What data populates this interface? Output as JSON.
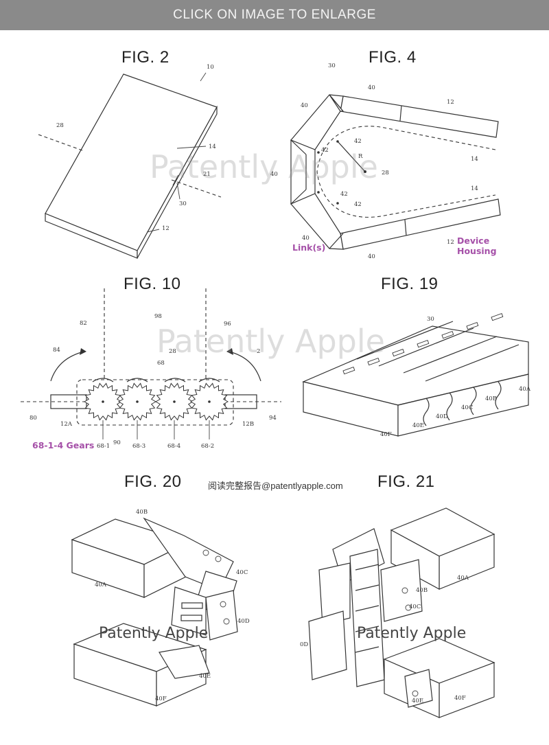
{
  "banner": {
    "label": "CLICK ON IMAGE TO ENLARGE"
  },
  "watermark": {
    "main": "Patently Apple",
    "fig20": "Patently Apple",
    "fig21": "Patently Apple"
  },
  "site_link": "阅读完整报告@patentlyapple.com",
  "figures": {
    "fig2": {
      "title": "FIG. 2",
      "refs": {
        "r10": "10",
        "r28": "28",
        "r14": "14",
        "r21": "21",
        "r30": "30",
        "r12": "12"
      }
    },
    "fig4": {
      "title": "FIG. 4",
      "refs": {
        "r30": "30",
        "r40a": "40",
        "r40b": "40",
        "r40c": "40",
        "r40d": "40",
        "r40e": "40",
        "r12a": "12",
        "r12b": "12",
        "r42a": "42",
        "r42b": "42",
        "r42c": "42",
        "r42d": "42",
        "rR": "R",
        "r28": "28",
        "r14a": "14",
        "r14b": "14"
      },
      "notes": {
        "links": "Link(s)",
        "device_line1": "Device",
        "device_line2": "Housing"
      }
    },
    "fig10": {
      "title": "FIG. 10",
      "refs": {
        "r82": "82",
        "r98": "98",
        "r96": "96",
        "r84": "84",
        "r28": "28",
        "r2": "2",
        "r68": "68",
        "r80": "80",
        "r12a": "12A",
        "r12b": "12B",
        "r94": "94",
        "r681": "68-1",
        "r90": "90",
        "r683": "68-3",
        "r684": "68-4",
        "r682": "68-2"
      },
      "notes": {
        "gears": "68-1-4 Gears"
      }
    },
    "fig19": {
      "title": "FIG. 19",
      "refs": {
        "r30": "30",
        "r40a": "40A",
        "r40b": "40B",
        "r40c": "40C",
        "r40d": "40D",
        "r40e": "40E",
        "r40f": "40F"
      }
    },
    "fig20": {
      "title": "FIG. 20",
      "refs": {
        "r40b": "40B",
        "r40a": "40A",
        "r40c": "40C",
        "r40d": "40D",
        "r40e": "40E",
        "r40f": "40F"
      }
    },
    "fig21": {
      "title": "FIG. 21",
      "refs": {
        "r40a": "40A",
        "r40b": "40B",
        "r40c": "40C",
        "r0d": "0D",
        "r40e": "40E",
        "r40f": "40F"
      }
    }
  }
}
